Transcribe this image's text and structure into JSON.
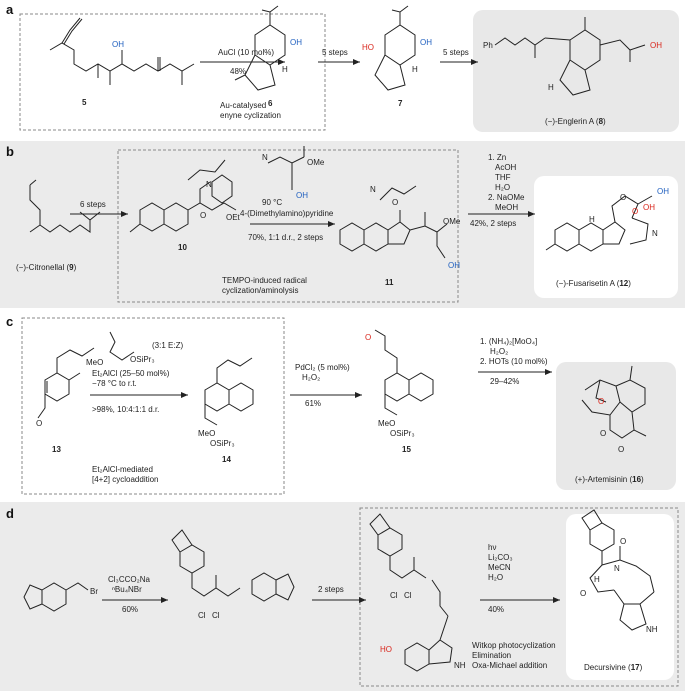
{
  "panel_a": {
    "label": "a",
    "cmpd5": "5",
    "oh": "OH",
    "reagent": "AuCl (10 mol%)",
    "yield": "48%",
    "note1": "Au-catalysed",
    "note2": "enyne cyclization",
    "cmpd6": "6",
    "h": "H",
    "steps1": "5 steps",
    "cmpd7": "7",
    "ho": "HO",
    "steps2": "5 steps",
    "ph": "Ph",
    "prod_pre": "(−)-Englerin A (",
    "prod_num": "8",
    "prod_post": ")"
  },
  "panel_b": {
    "label": "b",
    "start_pre": "(−)-Citronellal (",
    "start_num": "9",
    "start_post": ")",
    "steps": "6 steps",
    "r1": "90 °C",
    "r2": "4-(Dimethylamino)pyridine",
    "r3": "70%, 1:1 d.r., 2 steps",
    "note1": "TEMPO-induced radical",
    "note2": "cyclization/aminolysis",
    "cmpd10": "10",
    "cmpd11": "11",
    "oet": "OEt",
    "ome": "OMe",
    "oh": "OH",
    "o": "O",
    "n": "N",
    "h": "H",
    "c1": "1. Zn",
    "c2": "AcOH",
    "c3": "THF",
    "c4": "H₂O",
    "c5": "2. NaOMe",
    "c6": "MeOH",
    "c7": "42%, 2 steps",
    "prod_pre": "(−)-Fusarisetin A (",
    "prod_num": "12",
    "prod_post": ")"
  },
  "panel_c": {
    "label": "c",
    "cmpd13": "13",
    "ratio": "(3:1 E:Z)",
    "meo": "MeO",
    "osipr3": "OSiPr₃",
    "r1": "Et₂AlCl (25–50 mol%)",
    "r2": "−78 °C to r.t.",
    "r3": ">98%, 10:4:1:1 d.r.",
    "note1": "Et₂AlCl-mediated",
    "note2": "[4+2] cycloaddition",
    "cmpd14": "14",
    "pd1": "PdCl₂ (5 mol%)",
    "pd2": "H₂O₂",
    "pd3": "61%",
    "cmpd15": "15",
    "m1": "1. (NH₄)₂[MoO₄]",
    "m2": "H₂O₂",
    "m3": "2. HOTs (10 mol%)",
    "m4": "29–42%",
    "prod_pre": "(+)-Artemisinin (",
    "prod_num": "16",
    "prod_post": ")"
  },
  "panel_d": {
    "label": "d",
    "br": "Br",
    "r1": "Cl₃CCO₂Na",
    "r2": "ⁿBu₄NBr",
    "r3": "60%",
    "cl": "Cl",
    "steps": "2 steps",
    "ho": "HO",
    "nh": "NH",
    "h": "H",
    "c1": "hν",
    "c2": "Li₂CO₃",
    "c3": "MeCN",
    "c4": "H₂O",
    "c5": "40%",
    "note1": "Witkop photocyclization",
    "note2": "Elimination",
    "note3": "Oxa-Michael addition",
    "prod_pre": "Decursivine (",
    "prod_num": "17",
    "prod_post": ")"
  }
}
